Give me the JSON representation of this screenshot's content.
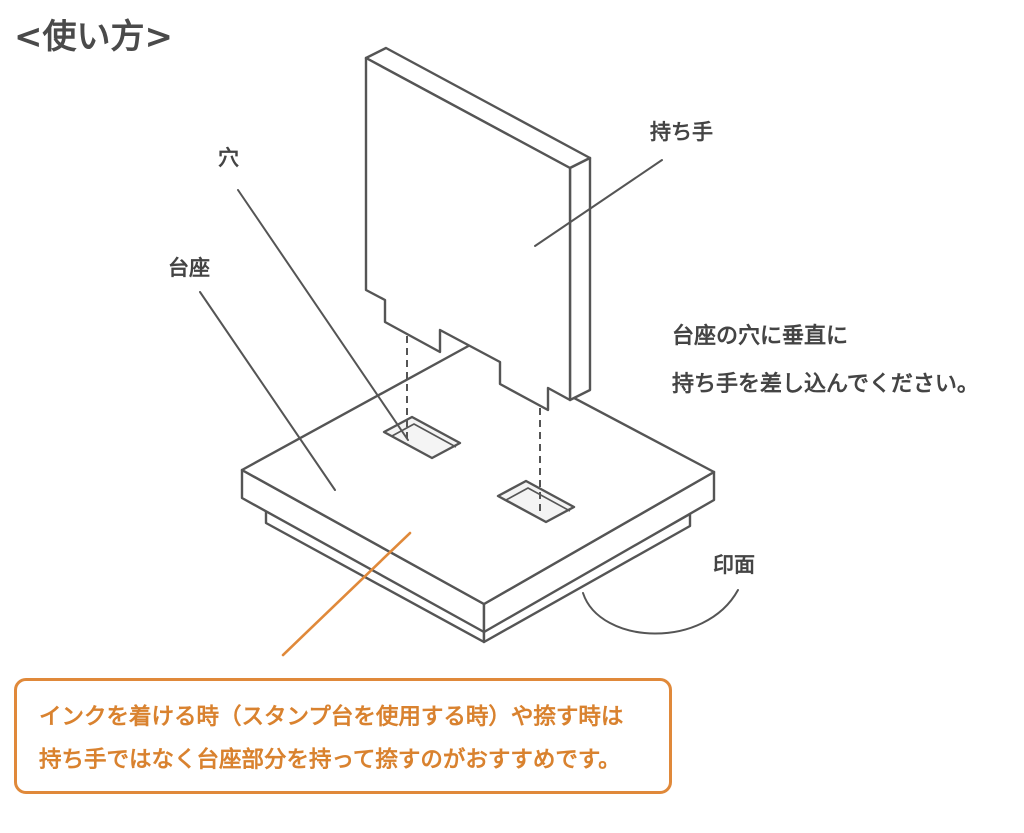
{
  "title": "<使い方>",
  "labels": {
    "handle": "持ち手",
    "hole": "穴",
    "base": "台座",
    "print_face": "印面"
  },
  "instruction": {
    "line1": "台座の穴に垂直に",
    "line2": "持ち手を差し込んでください。"
  },
  "note": {
    "line1": "インクを着ける時（スタンプ台を使用する時）や捺す時は",
    "line2": "持ち手ではなく台座部分を持って捺すのがおすすめです。"
  },
  "colors": {
    "line": "#555555",
    "text": "#444444",
    "accent": "#e0893a"
  }
}
